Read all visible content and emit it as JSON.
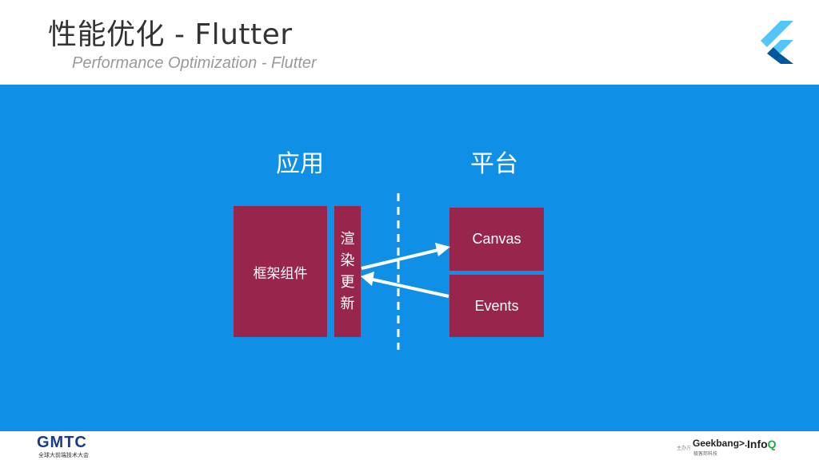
{
  "header": {
    "title": "性能优化 - Flutter",
    "subtitle": "Performance Optimization - Flutter",
    "logo_icon": "flutter-logo-icon"
  },
  "diagram": {
    "app_label": "应用",
    "platform_label": "平台",
    "framework_box": "框架组件",
    "render_update_chars": [
      "渲",
      "染",
      "更",
      "新"
    ],
    "canvas_box": "Canvas",
    "events_box": "Events"
  },
  "footer": {
    "gmtc_logo": "GMTC",
    "gmtc_sub": "全球大前端技术大会",
    "organizer": "主办方",
    "geekbang": "Geekbang>.",
    "geekbang_sub": "极客邦科技",
    "infoq_main": "Info",
    "infoq_q": "Q"
  },
  "colors": {
    "panel_blue": "#0f8fe6",
    "box_maroon": "#98264c",
    "flutter_light": "#54c5f8",
    "flutter_dark": "#01579b"
  }
}
